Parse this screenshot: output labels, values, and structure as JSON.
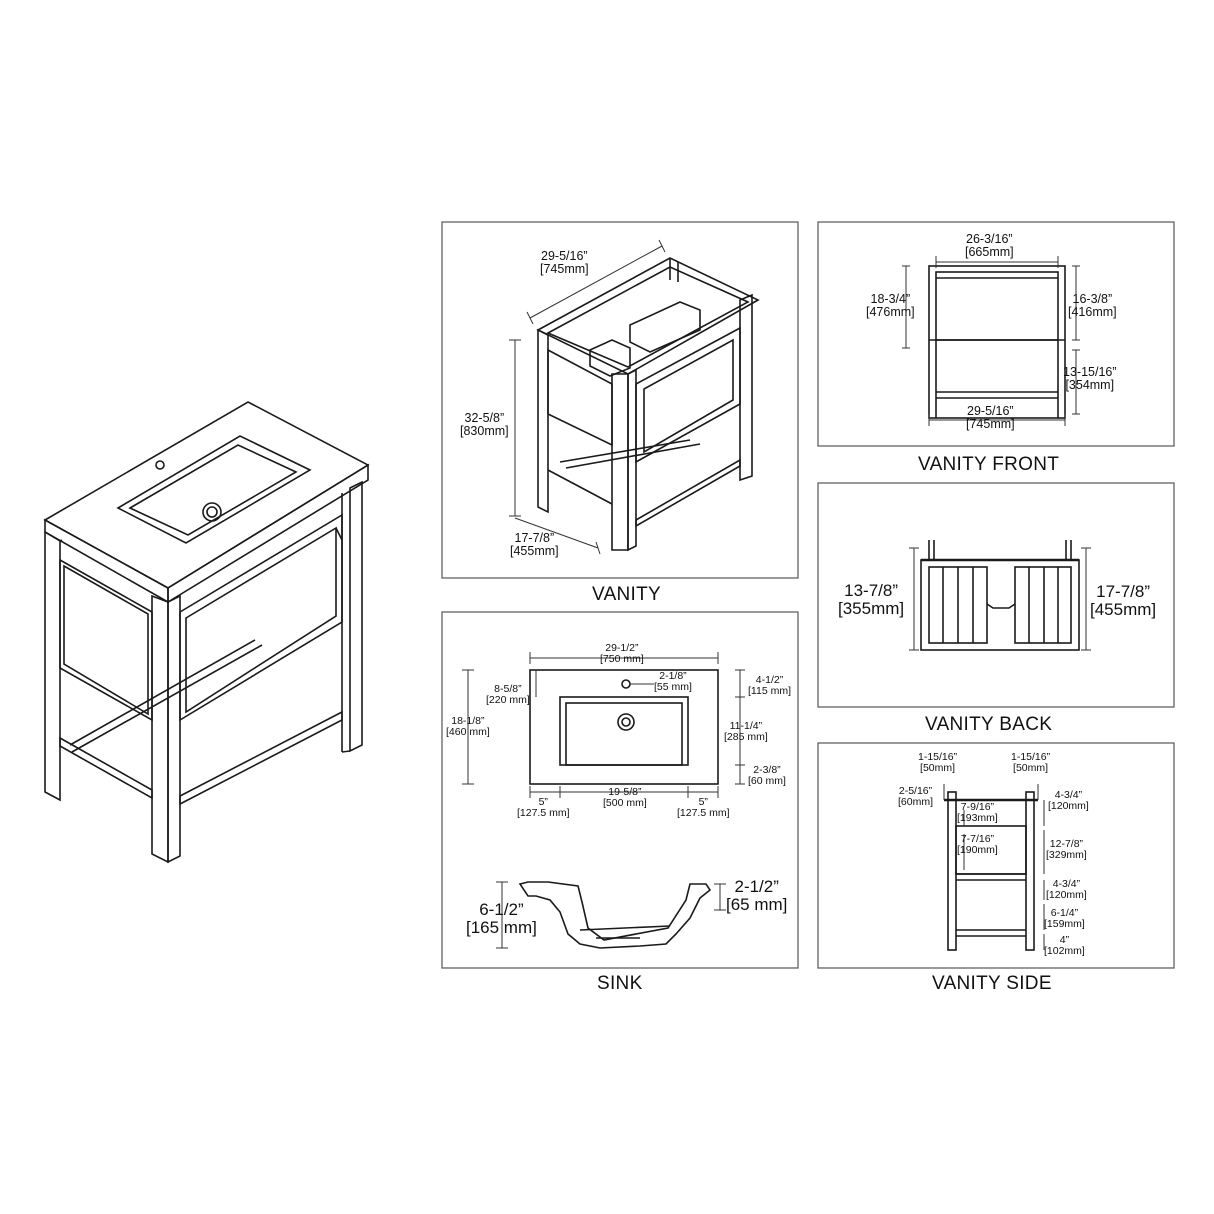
{
  "panels": {
    "vanity": {
      "caption": "VANITY",
      "width": {
        "in": "29-5/16”",
        "mm": "[745mm]"
      },
      "height": {
        "in": "32-5/8”",
        "mm": "[830mm]"
      },
      "depth": {
        "in": "17-7/8”",
        "mm": "[455mm]"
      }
    },
    "vanity_front": {
      "caption": "VANITY FRONT",
      "top_width": {
        "in": "26-3/16”",
        "mm": "[665mm]"
      },
      "left_height": {
        "in": "18-3/4”",
        "mm": "[476mm]"
      },
      "drawer_height": {
        "in": "16-3/8”",
        "mm": "[416mm]"
      },
      "lower_height": {
        "in": "13-15/16”",
        "mm": "[354mm]"
      },
      "bottom_width": {
        "in": "29-5/16”",
        "mm": "[745mm]"
      }
    },
    "vanity_back": {
      "caption": "VANITY BACK",
      "left_height": {
        "in": "13-7/8”",
        "mm": "[355mm]"
      },
      "right_height": {
        "in": "17-7/8”",
        "mm": "[455mm]"
      }
    },
    "sink": {
      "caption": "SINK",
      "width": {
        "in": "29-1/2”",
        "mm": "[750 mm]"
      },
      "faucet_offset": {
        "in": "2-1/8”",
        "mm": "[55 mm]"
      },
      "top_margin": {
        "in": "4-1/2”",
        "mm": "[115 mm]"
      },
      "basin_top": {
        "in": "8-5/8”",
        "mm": "[220 mm]"
      },
      "depth": {
        "in": "18-1/8”",
        "mm": "[460 mm]"
      },
      "basin_depth": {
        "in": "11-1/4”",
        "mm": "[285 mm]"
      },
      "bottom_margin": {
        "in": "2-3/8”",
        "mm": "[60 mm]"
      },
      "left_margin": {
        "in": "5”",
        "mm": "[127.5 mm]"
      },
      "basin_width": {
        "in": "19-5/8”",
        "mm": "[500 mm]"
      },
      "right_margin": {
        "in": "5”",
        "mm": "[127.5 mm]"
      },
      "section_height": {
        "in": "6-1/2”",
        "mm": "[165 mm]"
      },
      "rim_height": {
        "in": "2-1/2”",
        "mm": "[65 mm]"
      }
    },
    "vanity_side": {
      "caption": "VANITY SIDE",
      "left_top": {
        "in": "1-15/16”",
        "mm": "[50mm]"
      },
      "right_top": {
        "in": "1-15/16”",
        "mm": "[50mm]"
      },
      "left_offset": {
        "in": "2-5/16”",
        "mm": "[60mm]"
      },
      "inner_a": {
        "in": "7-9/16”",
        "mm": "[193mm]"
      },
      "inner_b": {
        "in": "7-7/16”",
        "mm": "[190mm]"
      },
      "r1": {
        "in": "4-3/4”",
        "mm": "[120mm]"
      },
      "r2": {
        "in": "12-7/8”",
        "mm": "[329mm]"
      },
      "r3": {
        "in": "4-3/4”",
        "mm": "[120mm]"
      },
      "r4": {
        "in": "6-1/4”",
        "mm": "[159mm]"
      },
      "r5": {
        "in": "4”",
        "mm": "[102mm]"
      }
    }
  }
}
